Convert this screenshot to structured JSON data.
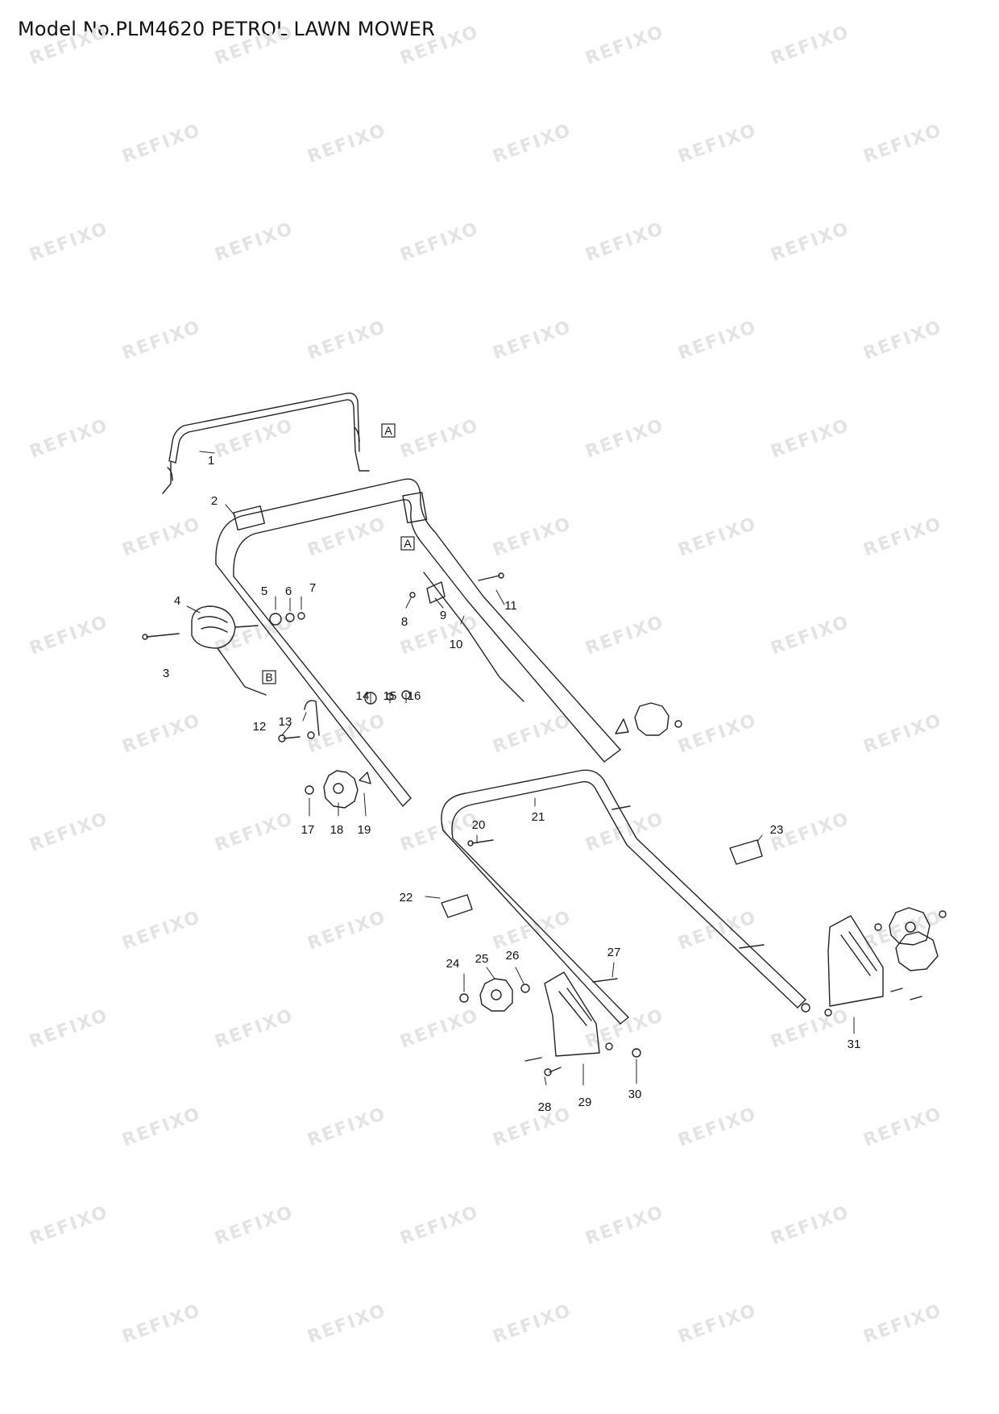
{
  "title": "Model No.PLM4620 PETROL LAWN MOWER",
  "watermark": "REFIXO",
  "ref_box_A": "A",
  "ref_box_B": "B",
  "parts": [
    "1",
    "2",
    "3",
    "4",
    "5",
    "6",
    "7",
    "8",
    "9",
    "10",
    "11",
    "12",
    "13",
    "14",
    "15",
    "16",
    "17",
    "18",
    "19",
    "20",
    "21",
    "22",
    "23",
    "24",
    "25",
    "26",
    "27",
    "28",
    "29",
    "30",
    "31"
  ],
  "colors": {
    "line": "#222222",
    "watermark": "#e3e3e3"
  }
}
